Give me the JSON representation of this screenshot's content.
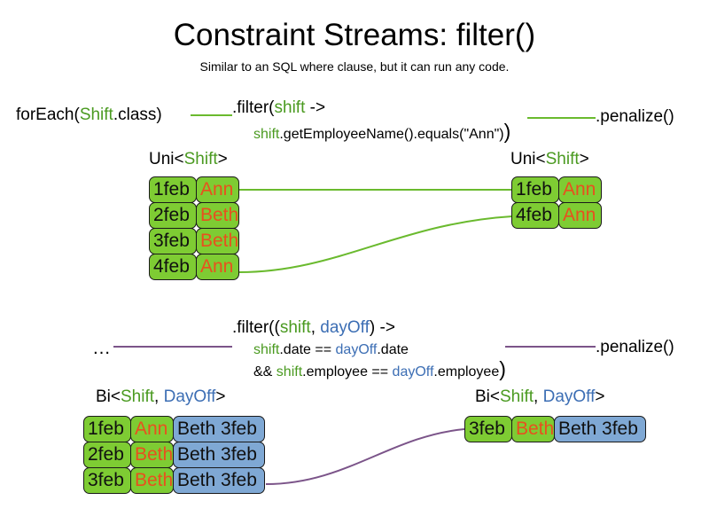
{
  "header": {
    "title": "Constraint Streams: filter()",
    "subtitle": "Similar to an SQL where clause, but it can run any code."
  },
  "colors": {
    "green_fill": "#7ecc33",
    "blue_fill": "#7fa8d4",
    "name_text": "#e8501e",
    "keyword_shift": "#4a9a20",
    "keyword_dayoff": "#3c6eb4",
    "wire_green": "#6aba2e",
    "wire_purple": "#7b5489",
    "border": "#1a1a1a"
  },
  "uni_section": {
    "source": {
      "prefix": "forEach(",
      "type": "Shift",
      "suffix": ".class)"
    },
    "filter": {
      "head": ".filter(",
      "param": "shift",
      "arrow": " ->",
      "body_var": "shift",
      "body_rest": ".getEmployeeName().equals(\"Ann\")",
      "close": ")"
    },
    "penalize": ".penalize()",
    "input_label": {
      "prefix": "Uni<",
      "type": "Shift",
      "suffix": ">"
    },
    "output_label": {
      "prefix": "Uni<",
      "type": "Shift",
      "suffix": ">"
    },
    "input_rows": [
      {
        "date": "1feb",
        "name": "Ann"
      },
      {
        "date": "2feb",
        "name": "Beth"
      },
      {
        "date": "3feb",
        "name": "Beth"
      },
      {
        "date": "4feb",
        "name": "Ann"
      }
    ],
    "output_rows": [
      {
        "date": "1feb",
        "name": "Ann"
      },
      {
        "date": "4feb",
        "name": "Ann"
      }
    ]
  },
  "bi_section": {
    "source": "…",
    "filter": {
      "head": ".filter((",
      "param1": "shift",
      "comma": ", ",
      "param2": "dayOff",
      "arrow": ") ->",
      "line2_var1": "shift",
      "line2_mid": ".date == ",
      "line2_var2": "dayOff",
      "line2_end": ".date",
      "line3_prefix": "&& ",
      "line3_var1": "shift",
      "line3_mid": ".employee == ",
      "line3_var2": "dayOff",
      "line3_end": ".employee",
      "close": ")"
    },
    "penalize": ".penalize()",
    "input_label": {
      "prefix": "Bi<",
      "type1": "Shift",
      "comma": ", ",
      "type2": "DayOff",
      "suffix": ">"
    },
    "output_label": {
      "prefix": "Bi<",
      "type1": "Shift",
      "comma": ", ",
      "type2": "DayOff",
      "suffix": ">"
    },
    "input_rows": [
      {
        "date": "1feb",
        "name": "Ann",
        "pair": "Beth 3feb"
      },
      {
        "date": "2feb",
        "name": "Beth",
        "pair": "Beth 3feb"
      },
      {
        "date": "3feb",
        "name": "Beth",
        "pair": "Beth 3feb"
      }
    ],
    "output_rows": [
      {
        "date": "3feb",
        "name": "Beth",
        "pair": "Beth 3feb"
      }
    ]
  }
}
